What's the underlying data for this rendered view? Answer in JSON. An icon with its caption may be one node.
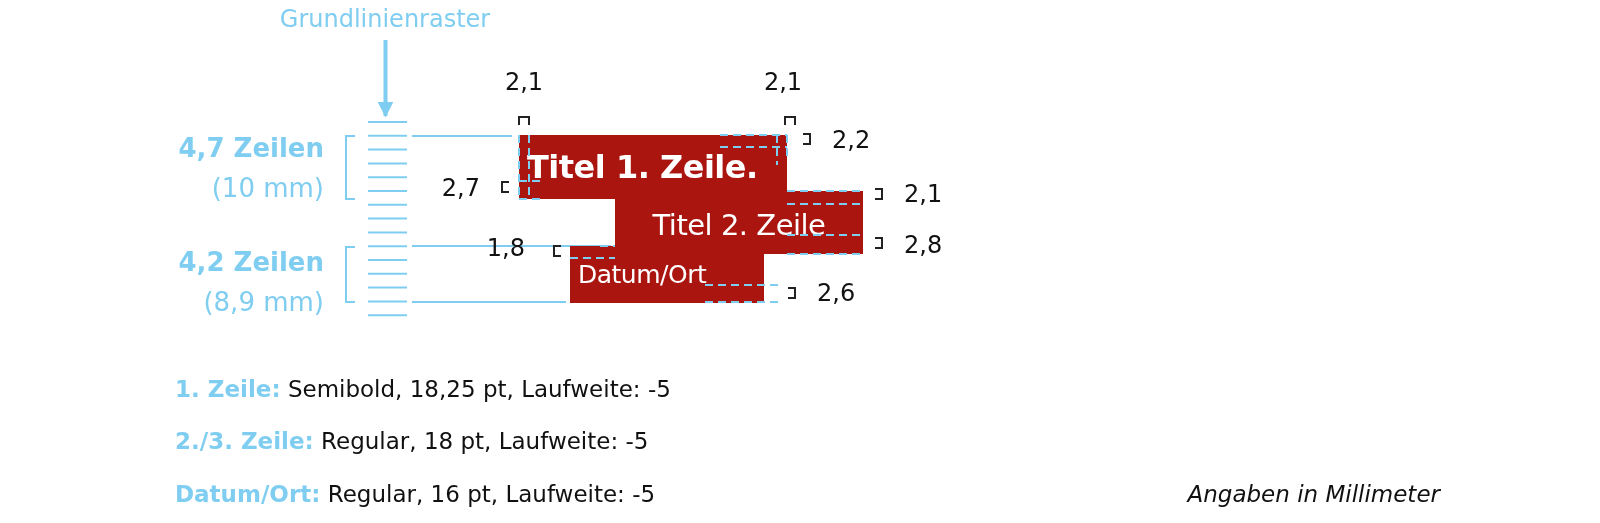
{
  "diagram": {
    "nodes": [
      {
        "text": [
          "Grundlinienraster"
        ]
      },
      {
        "text": [],
        "shape": "lines"
      },
      {
        "text": [
          "Titel 1. Zeile."
        ]
      },
      {
        "text": [
          "Titel 2. Zeile"
        ]
      },
      {
        "text": [
          "Datum/Ort"
        ]
      }
    ],
    "edges": [
      {
        "from": 0,
        "to": 1,
        "arrow": "to"
      }
    ],
    "labels": [
      "2,1",
      "2,1",
      "4,7 Zeilen",
      "2,2",
      "(10 mm)",
      "2,7",
      "2,1",
      "4,2 Zeilen",
      "1,8",
      "2,8",
      "(8,9 mm)",
      "2,6",
      "**1. Zeile:** Semibold, 18,25 pt, Laufweite: -5",
      "**2./3. Zeile:** Regular, 18 pt, Laufweite: -5",
      "**Datum/Ort:** Regular, 16 pt, Laufweite: -5",
      "Angaben in Millimeter"
    ]
  }
}
